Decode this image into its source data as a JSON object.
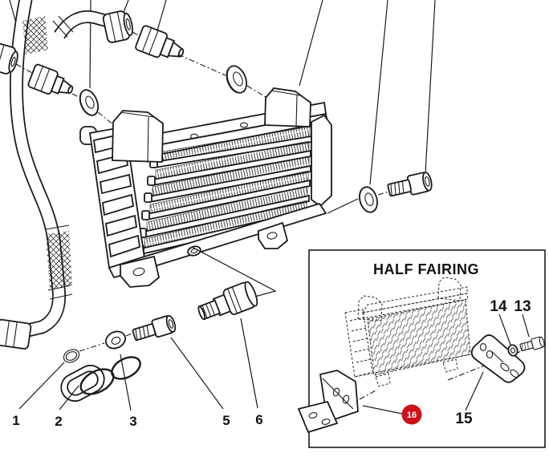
{
  "colors": {
    "background": "#ffffff",
    "line": "#1a1a1a",
    "highlight": "#cf1019",
    "highlight_text": "#ffffff"
  },
  "main": {
    "callouts": [
      {
        "label": "1"
      },
      {
        "label": "2"
      },
      {
        "label": "3"
      },
      {
        "label": "5"
      },
      {
        "label": "6"
      }
    ]
  },
  "inset": {
    "title": "HALF FAIRING",
    "callouts": [
      {
        "label": "14"
      },
      {
        "label": "13"
      },
      {
        "label": "15"
      }
    ],
    "highlight": {
      "label": "16"
    }
  }
}
